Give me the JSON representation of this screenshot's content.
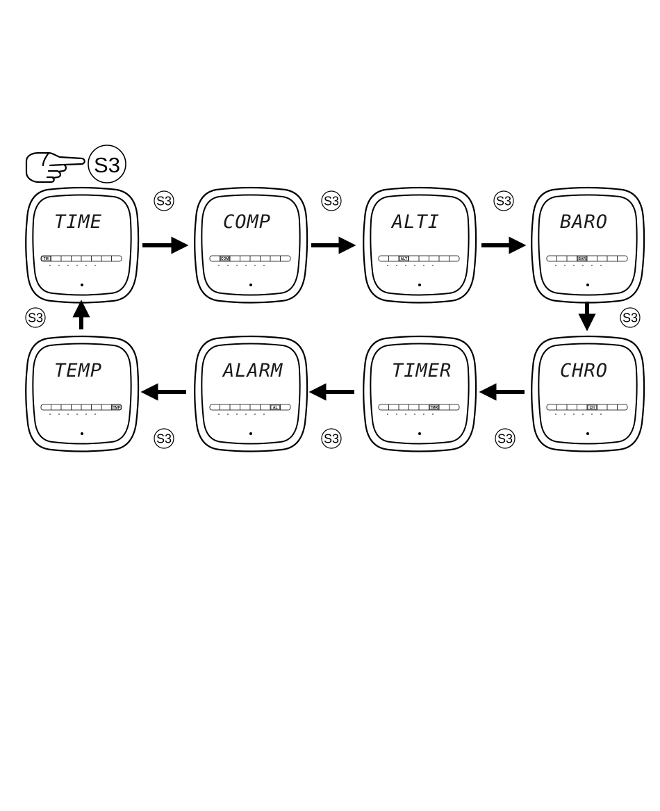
{
  "button": {
    "label": "S3"
  },
  "screens": [
    {
      "id": "time",
      "display": "TIME",
      "indicator": "TM",
      "indicator_index": 0
    },
    {
      "id": "comp",
      "display": "COMP",
      "indicator": "COM",
      "indicator_index": 1
    },
    {
      "id": "alti",
      "display": "ALTI",
      "indicator": "ALT",
      "indicator_index": 2
    },
    {
      "id": "baro",
      "display": "BARO",
      "indicator": "BAR",
      "indicator_index": 3
    },
    {
      "id": "chro",
      "display": "CHRO",
      "indicator": "CH",
      "indicator_index": 4
    },
    {
      "id": "timer",
      "display": "TIMER",
      "indicator": "TMR",
      "indicator_index": 5
    },
    {
      "id": "alarm",
      "display": "ALARM",
      "indicator": "AL",
      "indicator_index": 6
    },
    {
      "id": "temp",
      "display": "TEMP",
      "indicator": "TMP",
      "indicator_index": 7
    }
  ]
}
